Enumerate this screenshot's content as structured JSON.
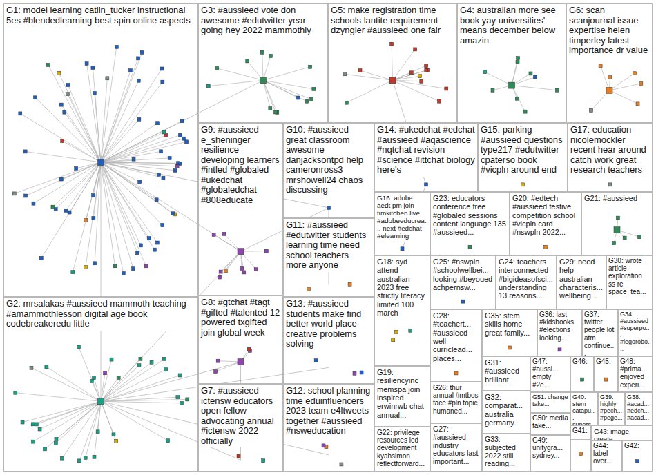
{
  "diagram": {
    "nodes": [
      {
        "text": [
          "G1: model learning catlin_tucker instructional 5es #blendedlearning best spin online aspects"
        ]
      },
      {
        "text": [
          "G3: #aussieed vote don awesome #edutwitter year going hey 2022 mammothly"
        ]
      },
      {
        "text": [
          "G5: make registration time schools lantite requirement dzyngier #aussieed one fair"
        ]
      },
      {
        "text": [
          "G4: australian more see book yay universities' means december below amazin"
        ]
      },
      {
        "text": [
          "G6: scan scanjournal issue expertise helen timperley latest importance dr value"
        ]
      },
      {
        "text": [
          "G9: #aussieed e_sheninger resilience developing learners #intled #globaled #ukedchat #globaledchat #808educate"
        ]
      },
      {
        "text": [
          "G10: #aussieed great classroom awesome danjacksontpd help cameronross3 mrshowell24 chaos discussing"
        ]
      },
      {
        "text": [
          "G14: #ukedchat #edchat #aussieed #aqascience #nqtchat revision #science #ittchat biology here's"
        ]
      },
      {
        "text": [
          "G15: parking #aussieed questions type217 #edutwitter cpaterso book #vicpln around end"
        ]
      },
      {
        "text": [
          "G17: education nicolemockler recent hear around catch work great research teachers"
        ]
      },
      {
        "text": [
          "G16: adobe aedt pm join timkitchen live #adobeeducrea... next #edchat #elearning"
        ]
      },
      {
        "text": [
          "G23: educators conference free #globaled sessions content language 135 #aussieed..."
        ]
      },
      {
        "text": [
          "G20: #edtech #aussieed festive competition school #vicpln card #nswpln 2022..."
        ]
      },
      {
        "text": [
          "G21: #aussieed"
        ]
      },
      {
        "text": [
          "G11: #aussieed #edutwitter students learning time need school teachers more anyone"
        ]
      },
      {
        "text": [
          "G8: #gtchat #tagt #gifted #talented 12 powered txgifted join global week"
        ]
      },
      {
        "text": [
          "G2: mrsalakas #aussieed mammoth teaching #amammothlesson digital age book codebreakeredu little"
        ]
      },
      {
        "text": [
          "G13: #aussieed students make find better world place creative problems solving"
        ]
      },
      {
        "text": [
          "G18: syd attend australian 2023 free strictly literacy limited 100 march"
        ]
      },
      {
        "text": [
          "G25: #nswpln #schoolwellbei... looking #beyoued achpernsw..."
        ]
      },
      {
        "text": [
          "G24: teachers interconnected #bigideasofsci... understanding 13 reasons..."
        ]
      },
      {
        "text": [
          "G29: need help australian characteris... wellbeing..."
        ]
      },
      {
        "text": [
          "G30: wrote article exploration ss re space_tea..."
        ]
      },
      {
        "text": [
          "G28: #teachert... #aussieed well curriclead... places..."
        ]
      },
      {
        "text": [
          "G35: stem skills home great family..."
        ]
      },
      {
        "text": [
          "G36: last #kidsbooks #elections looking..."
        ]
      },
      {
        "text": [
          "G37: twitter people lot atm continue..."
        ]
      },
      {
        "text": [
          "G34: #aussieed #superpo... #legorobo..."
        ]
      },
      {
        "text": [
          "G7: #aussieed ictensw educators open fellow advocating annual #ictensw 2022 officially"
        ]
      },
      {
        "text": [
          "G12: school planning time eduinfluencers 2023 team e4ltweets together #aussieed #nsweducation"
        ]
      },
      {
        "text": [
          "G19: resiliencyinc memspa join inspired erwinrwb chat annual..."
        ]
      },
      {
        "text": [
          "G31: #aussieed brilliant"
        ]
      },
      {
        "text": [
          "G47: #aussi... empty #2e..."
        ]
      },
      {
        "text": [
          "G46:"
        ]
      },
      {
        "text": [
          "G45:"
        ]
      },
      {
        "text": [
          "G48: #prima... enjoyed experi..."
        ]
      },
      {
        "text": [
          "G26: thur annual #mtbos face #pln topic humaned..."
        ]
      },
      {
        "text": [
          "G32: comparat... australia germany"
        ]
      },
      {
        "text": [
          "G51: change take..."
        ]
      },
      {
        "text": [
          "G40: stem catapu... supers..."
        ]
      },
      {
        "text": [
          "G39: highly #pech... #pege..."
        ]
      },
      {
        "text": [
          "G38: #acad... #edch... #acad..."
        ]
      },
      {
        "text": [
          "G27: #aussieed industry educators last important..."
        ]
      },
      {
        "text": [
          "G50: media fake..."
        ]
      },
      {
        "text": [
          "G41:"
        ]
      },
      {
        "text": [
          "G43: image create..."
        ]
      },
      {
        "text": [
          "G22: privilege resources led development kyahsimon reflectforward..."
        ]
      },
      {
        "text": [
          "G33: subjected 2022 still reading..."
        ]
      },
      {
        "text": [
          "G49: unitygra... sydney..."
        ]
      },
      {
        "text": [
          "G44: label over..."
        ]
      },
      {
        "text": [
          "G42:"
        ]
      }
    ]
  }
}
